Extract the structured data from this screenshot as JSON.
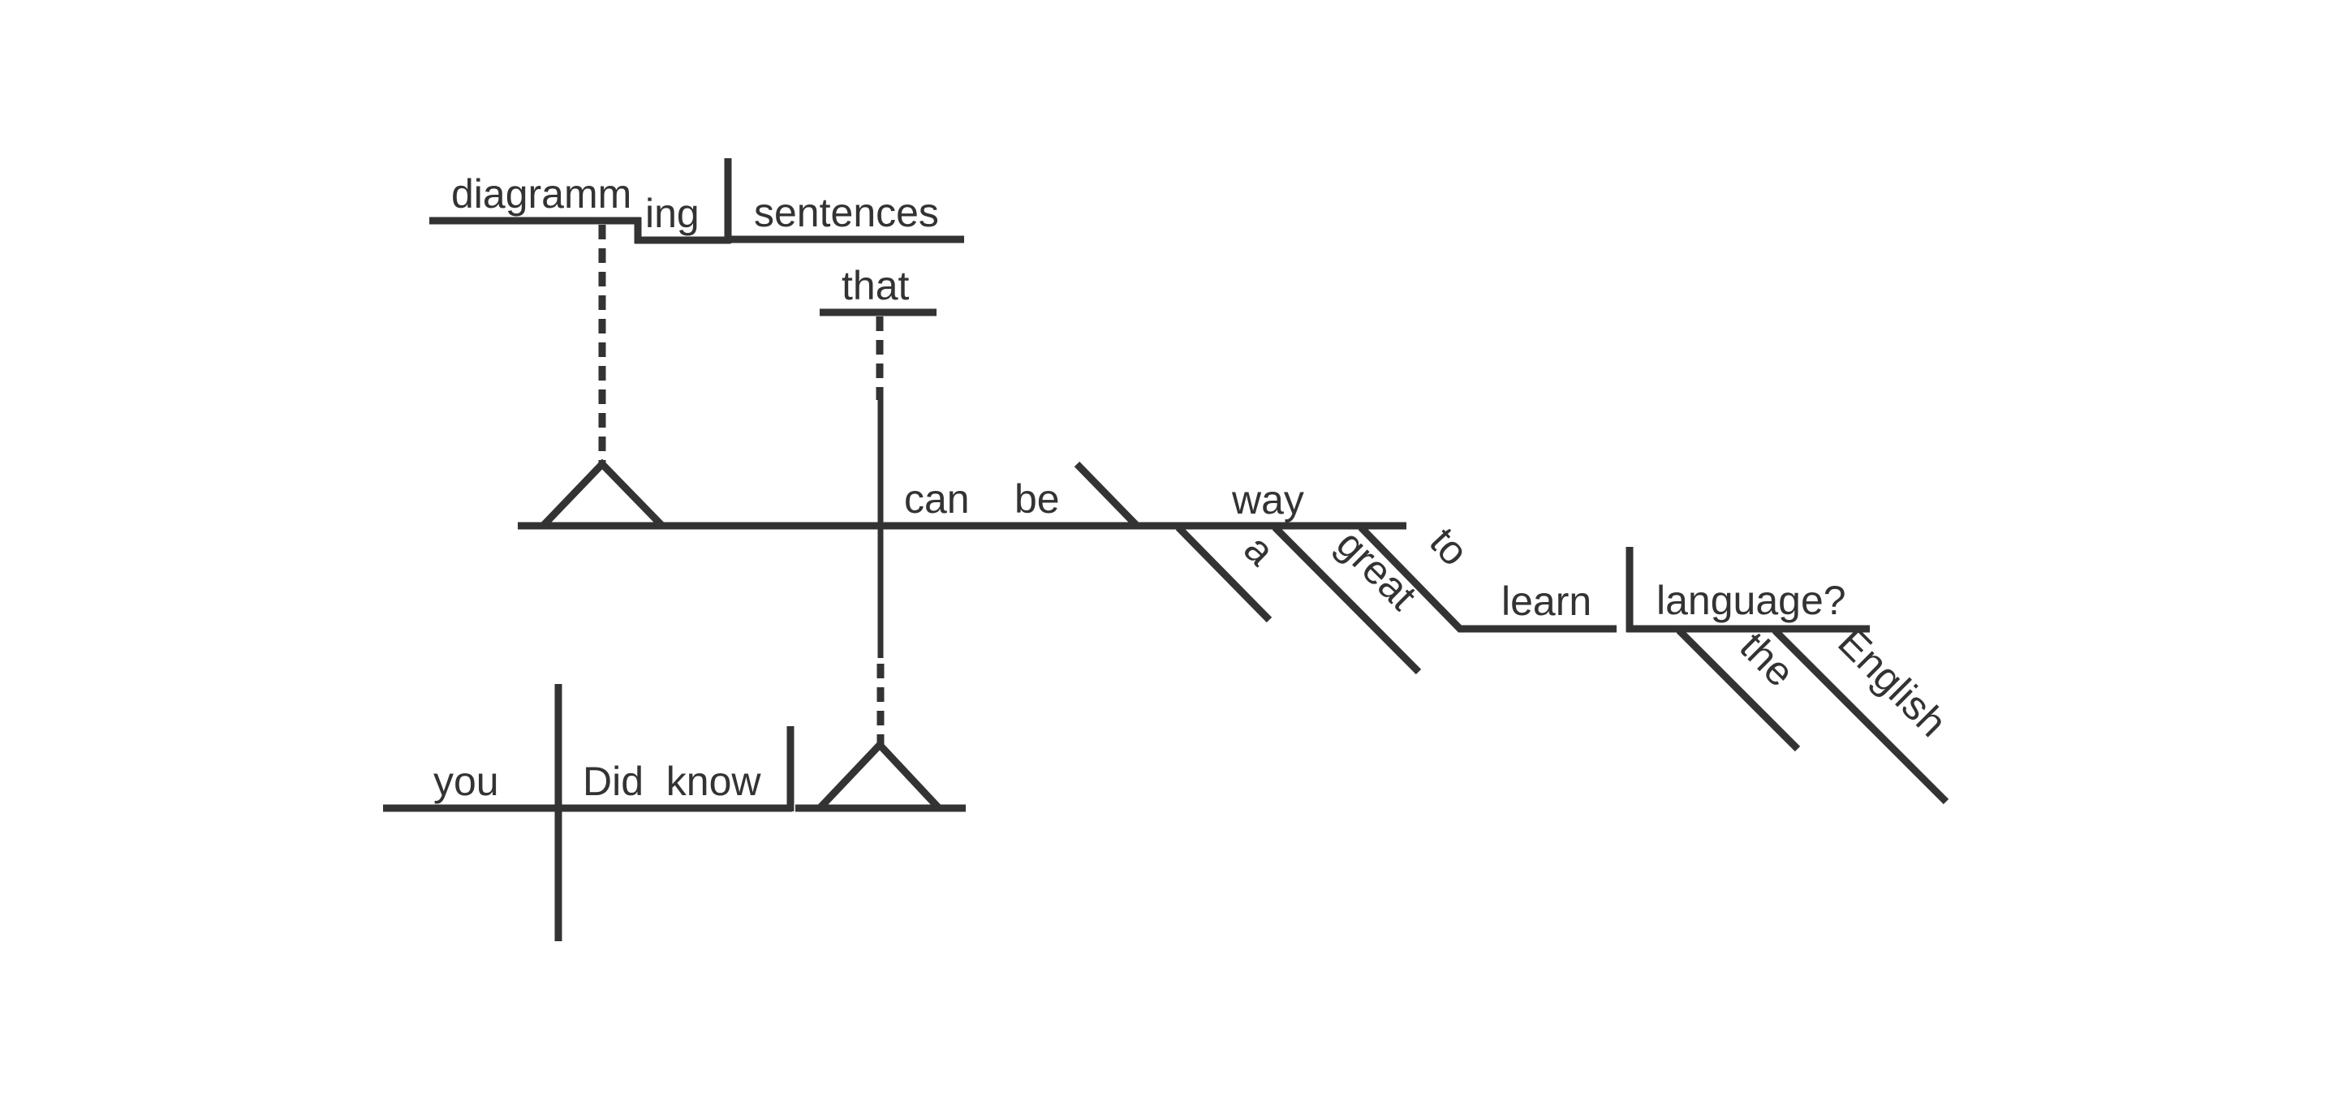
{
  "diagram": {
    "title": "Sentence diagram",
    "sentence": "Did you know that diagramming sentences can be a great way to learn the English language?",
    "line_color": "#333333",
    "background_color": "#ffffff",
    "words": {
      "diagramm": "diagramm",
      "ing": "ing",
      "sentences": "sentences",
      "that": "that",
      "can": "can",
      "be": "be",
      "way": "way",
      "a": "a",
      "great": "great",
      "to": "to",
      "learn": "learn",
      "language": "language?",
      "the": "the",
      "english": "English",
      "you": "you",
      "did_know": "Did  know"
    },
    "roles": {
      "main_clause": {
        "subject": "you",
        "verb": "Did know",
        "object": "noun clause (that ... language?)"
      },
      "noun_clause": {
        "connector": "that",
        "subject": "gerund phrase (diagramming sentences)",
        "verb": "can be",
        "predicate_noun": "way",
        "modifiers": [
          "a",
          "great"
        ],
        "infinitive": "to learn",
        "infinitive_object": "language?",
        "object_modifiers": [
          "the",
          "English"
        ]
      },
      "gerund_phrase": {
        "gerund": "diagramming",
        "object": "sentences"
      }
    }
  }
}
